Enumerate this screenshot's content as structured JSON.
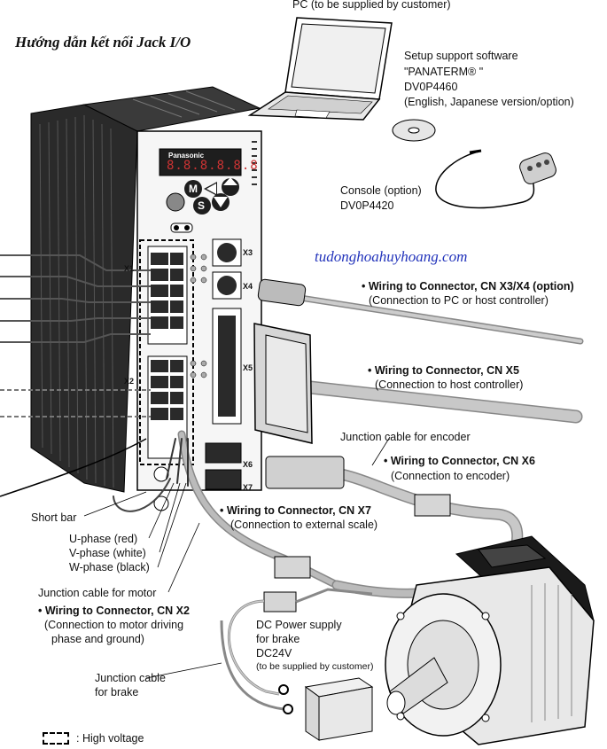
{
  "title": "Hướng dẫn kết nối Jack I/O",
  "watermark": "tudonghoahuyhoang.com",
  "pc": {
    "caption": "PC (to be supplied by customer)"
  },
  "software": {
    "line1": "Setup support software",
    "line2": "\"PANATERM® \"",
    "line3": "DV0P4460",
    "line4": "(English, Japanese version/option)"
  },
  "console": {
    "line1": "Console (option)",
    "line2": "DV0P4420"
  },
  "driver": {
    "brand": "Panasonic",
    "display": "8.8.8.8.8.8",
    "keys": [
      "M",
      "S"
    ],
    "ports": [
      "X1",
      "X2",
      "X3",
      "X4",
      "X5",
      "X6",
      "X7"
    ]
  },
  "x3x4": {
    "header": "• Wiring to Connector, CN X3/X4 (option)",
    "sub": "(Connection to PC or host controller)"
  },
  "x5": {
    "header": "• Wiring to Connector, CN X5",
    "sub": "(Connection to host controller)"
  },
  "encoder_cable": "Junction cable for encoder",
  "x6": {
    "header": "• Wiring to Connector, CN X6",
    "sub": "(Connection to encoder)"
  },
  "x7": {
    "header": "• Wiring to Connector, CN X7",
    "sub": "(Connection to external scale)"
  },
  "short_bar": "Short bar",
  "phases": {
    "u": "U-phase  (red)",
    "v": "V-phase  (white)",
    "w": "W-phase (black)"
  },
  "motor_cable": "Junction cable for motor",
  "x2": {
    "header": "• Wiring to Connector, CN X2",
    "sub1": "(Connection to motor driving",
    "sub2": "phase and ground)"
  },
  "dc": {
    "line1": "DC Power supply",
    "line2": "for brake",
    "line3": "DC24V",
    "line4": "(to be supplied by customer)"
  },
  "brake": {
    "line1": "Junction cable",
    "line2": "for brake"
  },
  "legend": {
    "label": ": High voltage"
  },
  "colors": {
    "watermark": "#2233bb",
    "body": "#222222",
    "cable": "#a8a8a8",
    "panel": "#f4f4f4"
  }
}
